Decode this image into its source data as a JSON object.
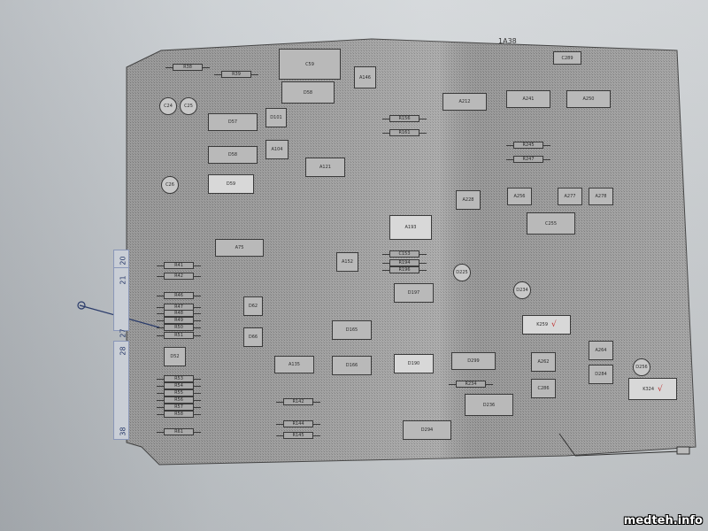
{
  "board": {
    "title": "1A38",
    "connector_numbers": [
      "20",
      "21",
      "27",
      "28",
      "38"
    ],
    "components": [
      {
        "label": "R38",
        "type": "resistor"
      },
      {
        "label": "R39",
        "type": "resistor"
      },
      {
        "label": "R41",
        "type": "resistor"
      },
      {
        "label": "R42",
        "type": "resistor"
      },
      {
        "label": "R46",
        "type": "resistor"
      },
      {
        "label": "R47",
        "type": "resistor"
      },
      {
        "label": "R48",
        "type": "resistor"
      },
      {
        "label": "R49",
        "type": "resistor"
      },
      {
        "label": "R50",
        "type": "resistor"
      },
      {
        "label": "R51",
        "type": "resistor"
      },
      {
        "label": "R53",
        "type": "resistor"
      },
      {
        "label": "R54",
        "type": "resistor"
      },
      {
        "label": "R55",
        "type": "resistor"
      },
      {
        "label": "R56",
        "type": "resistor"
      },
      {
        "label": "R57",
        "type": "resistor"
      },
      {
        "label": "R58",
        "type": "resistor"
      },
      {
        "label": "R61",
        "type": "resistor"
      },
      {
        "label": "C24",
        "type": "capacitor"
      },
      {
        "label": "C25",
        "type": "capacitor"
      },
      {
        "label": "C26",
        "type": "capacitor"
      },
      {
        "label": "D57",
        "type": "ic"
      },
      {
        "label": "D58",
        "type": "ic"
      },
      {
        "label": "D59",
        "type": "ic"
      },
      {
        "label": "A75",
        "type": "ic"
      },
      {
        "label": "C59",
        "type": "ic"
      },
      {
        "label": "D58",
        "type": "ic"
      },
      {
        "label": "A146",
        "type": "ic"
      },
      {
        "label": "D101",
        "type": "ic"
      },
      {
        "label": "A104",
        "type": "ic"
      },
      {
        "label": "A121",
        "type": "ic"
      },
      {
        "label": "A152",
        "type": "ic"
      },
      {
        "label": "D62",
        "type": "ic"
      },
      {
        "label": "D66",
        "type": "ic"
      },
      {
        "label": "D52",
        "type": "ic"
      },
      {
        "label": "A135",
        "type": "ic"
      },
      {
        "label": "D165",
        "type": "ic"
      },
      {
        "label": "D166",
        "type": "ic"
      },
      {
        "label": "A193",
        "type": "ic"
      },
      {
        "label": "D197",
        "type": "ic"
      },
      {
        "label": "D190",
        "type": "ic"
      },
      {
        "label": "A212",
        "type": "ic"
      },
      {
        "label": "A241",
        "type": "ic"
      },
      {
        "label": "A250",
        "type": "ic"
      },
      {
        "label": "A228",
        "type": "ic"
      },
      {
        "label": "A256",
        "type": "ic"
      },
      {
        "label": "A277",
        "type": "ic"
      },
      {
        "label": "A278",
        "type": "ic"
      },
      {
        "label": "C255",
        "type": "ic"
      },
      {
        "label": "K259",
        "type": "relay"
      },
      {
        "label": "D299",
        "type": "ic"
      },
      {
        "label": "A262",
        "type": "ic"
      },
      {
        "label": "A264",
        "type": "ic"
      },
      {
        "label": "C286",
        "type": "ic"
      },
      {
        "label": "D284",
        "type": "ic"
      },
      {
        "label": "K324",
        "type": "relay"
      },
      {
        "label": "D236",
        "type": "ic"
      },
      {
        "label": "D294",
        "type": "ic"
      },
      {
        "label": "R245",
        "type": "resistor"
      },
      {
        "label": "R247",
        "type": "resistor"
      },
      {
        "label": "R234",
        "type": "resistor"
      },
      {
        "label": "R144",
        "type": "resistor"
      },
      {
        "label": "R145",
        "type": "resistor"
      },
      {
        "label": "R142",
        "type": "resistor"
      },
      {
        "label": "R156",
        "type": "resistor"
      },
      {
        "label": "R161",
        "type": "resistor"
      },
      {
        "label": "C289",
        "type": "ic"
      },
      {
        "label": "D225",
        "type": "capacitor"
      },
      {
        "label": "D234",
        "type": "capacitor"
      },
      {
        "label": "D256",
        "type": "capacitor"
      },
      {
        "label": "C153",
        "type": "resistor"
      },
      {
        "label": "R194",
        "type": "resistor"
      },
      {
        "label": "R196",
        "type": "resistor"
      }
    ]
  },
  "watermark": "medteh.info",
  "colors": {
    "board": "#9c9c9c",
    "paper": "#c9cdd0",
    "marker": "#c03030",
    "pen": "#2a3b6a"
  }
}
